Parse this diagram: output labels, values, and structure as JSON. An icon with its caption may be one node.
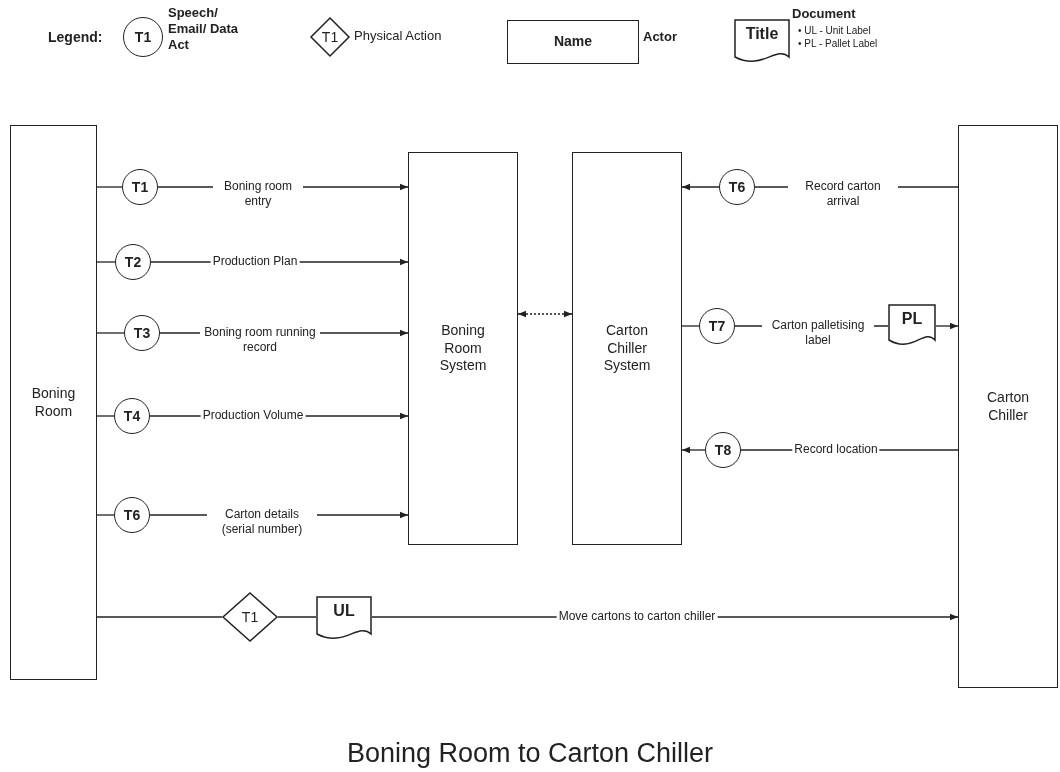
{
  "diagram": {
    "title": "Boning Room to Carton Chiller",
    "nodes": [
      {
        "text": [
          "Boning Room"
        ]
      },
      {
        "text": [
          "Boning Room System"
        ]
      },
      {
        "text": [
          "Carton Chiller System"
        ]
      },
      {
        "text": [
          "Carton Chiller"
        ]
      },
      {
        "text": [
          "T1"
        ]
      },
      {
        "text": [
          "T2"
        ]
      },
      {
        "text": [
          "T3"
        ]
      },
      {
        "text": [
          "T4"
        ]
      },
      {
        "text": [
          "T6"
        ]
      },
      {
        "text": [
          "T6"
        ]
      },
      {
        "text": [
          "T7"
        ]
      },
      {
        "text": [
          "T8"
        ]
      },
      {
        "text": [
          "T1"
        ]
      },
      {
        "text": [
          "UL"
        ]
      },
      {
        "text": [
          "PL"
        ]
      },
      {
        "text": [
          "T1"
        ]
      },
      {
        "text": [
          "T1"
        ]
      },
      {
        "text": [
          "Name"
        ]
      },
      {
        "text": [
          "Title"
        ]
      }
    ],
    "edges": [
      {
        "from": 0,
        "to": 4,
        "arrow": "none"
      },
      {
        "from": 4,
        "to": 1,
        "arrow": "to",
        "label": "Boning room entry"
      },
      {
        "from": 0,
        "to": 5,
        "arrow": "none"
      },
      {
        "from": 5,
        "to": 1,
        "arrow": "to",
        "label": "Production Plan"
      },
      {
        "from": 0,
        "to": 6,
        "arrow": "none"
      },
      {
        "from": 6,
        "to": 1,
        "arrow": "to",
        "label": "Boning room running record"
      },
      {
        "from": 0,
        "to": 7,
        "arrow": "none"
      },
      {
        "from": 7,
        "to": 1,
        "arrow": "to",
        "label": "Production Volume"
      },
      {
        "from": 0,
        "to": 8,
        "arrow": "none"
      },
      {
        "from": 8,
        "to": 1,
        "arrow": "to",
        "label": "Carton details (serial number)"
      },
      {
        "from": 1,
        "to": 2,
        "arrow": "both",
        "style": "dashed"
      },
      {
        "from": 3,
        "to": 9,
        "arrow": "none",
        "label": "Record carton arrival"
      },
      {
        "from": 9,
        "to": 2,
        "arrow": "to"
      },
      {
        "from": 2,
        "to": 10,
        "arrow": "none"
      },
      {
        "from": 10,
        "to": 14,
        "arrow": "none",
        "label": "Carton palletising label"
      },
      {
        "from": 14,
        "to": 3,
        "arrow": "to"
      },
      {
        "from": 3,
        "to": 11,
        "arrow": "none",
        "label": "Record location"
      },
      {
        "from": 11,
        "to": 2,
        "arrow": "to"
      },
      {
        "from": 0,
        "to": 12,
        "arrow": "none"
      },
      {
        "from": 12,
        "to": 13,
        "arrow": "none"
      },
      {
        "from": 13,
        "to": 3,
        "arrow": "to",
        "label": "Move cartons to carton chiller"
      }
    ],
    "labels": [
      "Legend:",
      "• UL - Unit Label",
      "• PL - Pallet Label"
    ],
    "legend": [
      {
        "text": "Speech/ Email/ Data Act"
      },
      {
        "text": "Physical Action"
      },
      {
        "text": "Actor"
      },
      {
        "text": "Document"
      }
    ]
  }
}
